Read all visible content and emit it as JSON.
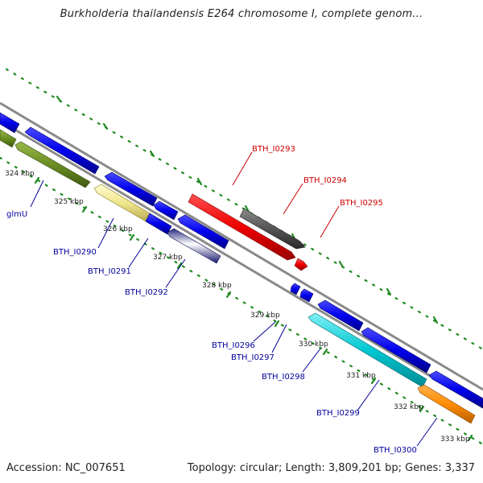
{
  "title": "Burkholderia thailandensis E264 chromosome I, complete genom...",
  "footer": {
    "accession": "Accession: NC_007651",
    "summary": "Topology: circular; Length: 3,809,201 bp; Genes: 3,337"
  },
  "colors": {
    "backbone": "#8a8a8a",
    "tick": "#1f8a1f",
    "forward_label": "#cc0000",
    "reverse_label": "#000099"
  },
  "scale_labels": [
    "324 kbp",
    "325 kbp",
    "326 kbp",
    "327 kbp",
    "328 kbp",
    "329 kbp",
    "330 kbp",
    "331 kbp",
    "332 kbp",
    "333 kbp"
  ],
  "genes": [
    {
      "label": "glmU",
      "strand": "reverse",
      "color": "#6b8e23"
    },
    {
      "label": "BTH_I0290",
      "strand": "reverse",
      "color": "#f0e68c"
    },
    {
      "label": "BTH_I0291",
      "strand": "reverse",
      "color": "#0000ee"
    },
    {
      "label": "BTH_I0292",
      "strand": "reverse",
      "color": "#6a5acd"
    },
    {
      "label": "BTH_I0293",
      "strand": "forward",
      "color": "#ee0000"
    },
    {
      "label": "BTH_I0294",
      "strand": "forward",
      "color": "#555555"
    },
    {
      "label": "BTH_I0295",
      "strand": "forward",
      "color": "#ee0000"
    },
    {
      "label": "BTH_I0296",
      "strand": "reverse",
      "color": "#0000ee"
    },
    {
      "label": "BTH_I0297",
      "strand": "reverse",
      "color": "#0000ee"
    },
    {
      "label": "BTH_I0298",
      "strand": "reverse",
      "color": "#00c8d2"
    },
    {
      "label": "BTH_I0299",
      "strand": "reverse",
      "color": "#0000ee"
    },
    {
      "label": "BTH_I0300",
      "strand": "reverse",
      "color": "#ff8c00"
    }
  ]
}
